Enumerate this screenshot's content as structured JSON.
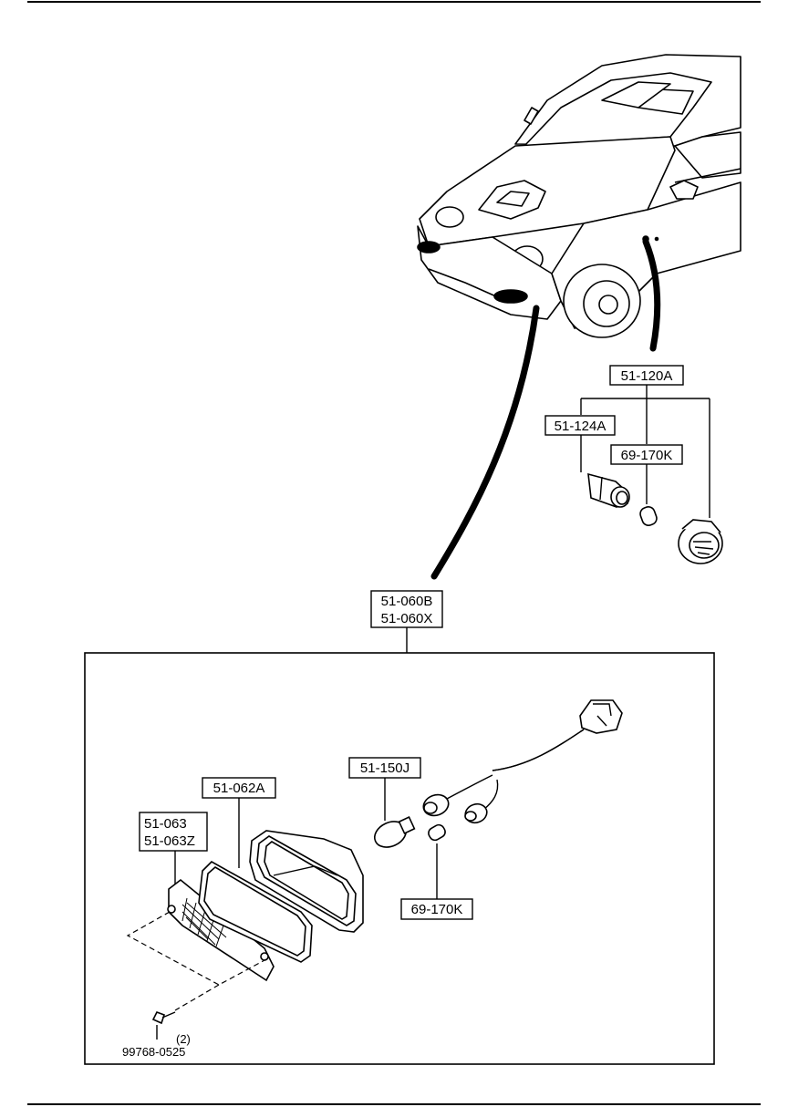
{
  "diagram": {
    "labels": {
      "side_marker_assembly": "51-120A",
      "side_marker_socket": "51-124A",
      "side_marker_bulb": "69-170K",
      "front_lamp_assembly_1": "51-060B",
      "front_lamp_assembly_2": "51-060X",
      "lens_1": "51-063",
      "lens_2": "51-063Z",
      "gasket": "51-062A",
      "turn_bulb": "51-150J",
      "position_bulb": "69-170K",
      "screw": "99768-0525",
      "screw_qty": "(2)"
    }
  }
}
